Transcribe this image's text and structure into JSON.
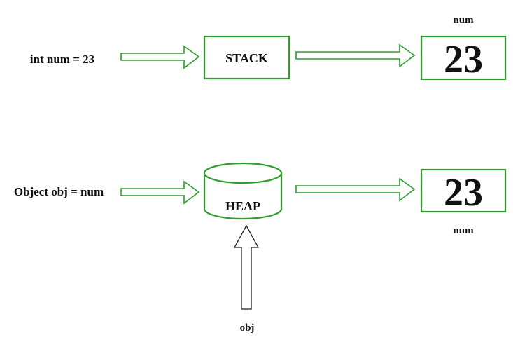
{
  "diagram": {
    "title": "Autoboxing: primitive on stack boxed into heap object",
    "colors": {
      "accent_green": "#2e9e2e",
      "text": "#111111",
      "black_arrow": "#222222"
    },
    "row1": {
      "statement": "int num = 23",
      "container_label": "STACK",
      "value_label": "num",
      "value": "23"
    },
    "row2": {
      "statement": "Object obj =  num",
      "container_label": "HEAP",
      "value_label": "num",
      "value": "23",
      "reference_label": "obj"
    },
    "edges": [
      {
        "from": "int num = 23",
        "to": "STACK",
        "style": "hollow-green-arrow"
      },
      {
        "from": "STACK",
        "to": "num = 23",
        "style": "hollow-green-arrow"
      },
      {
        "from": "Object obj =  num",
        "to": "HEAP",
        "style": "hollow-green-arrow"
      },
      {
        "from": "HEAP",
        "to": "num = 23",
        "style": "hollow-green-arrow"
      },
      {
        "from": "obj",
        "to": "HEAP",
        "style": "hollow-black-arrow"
      }
    ]
  }
}
